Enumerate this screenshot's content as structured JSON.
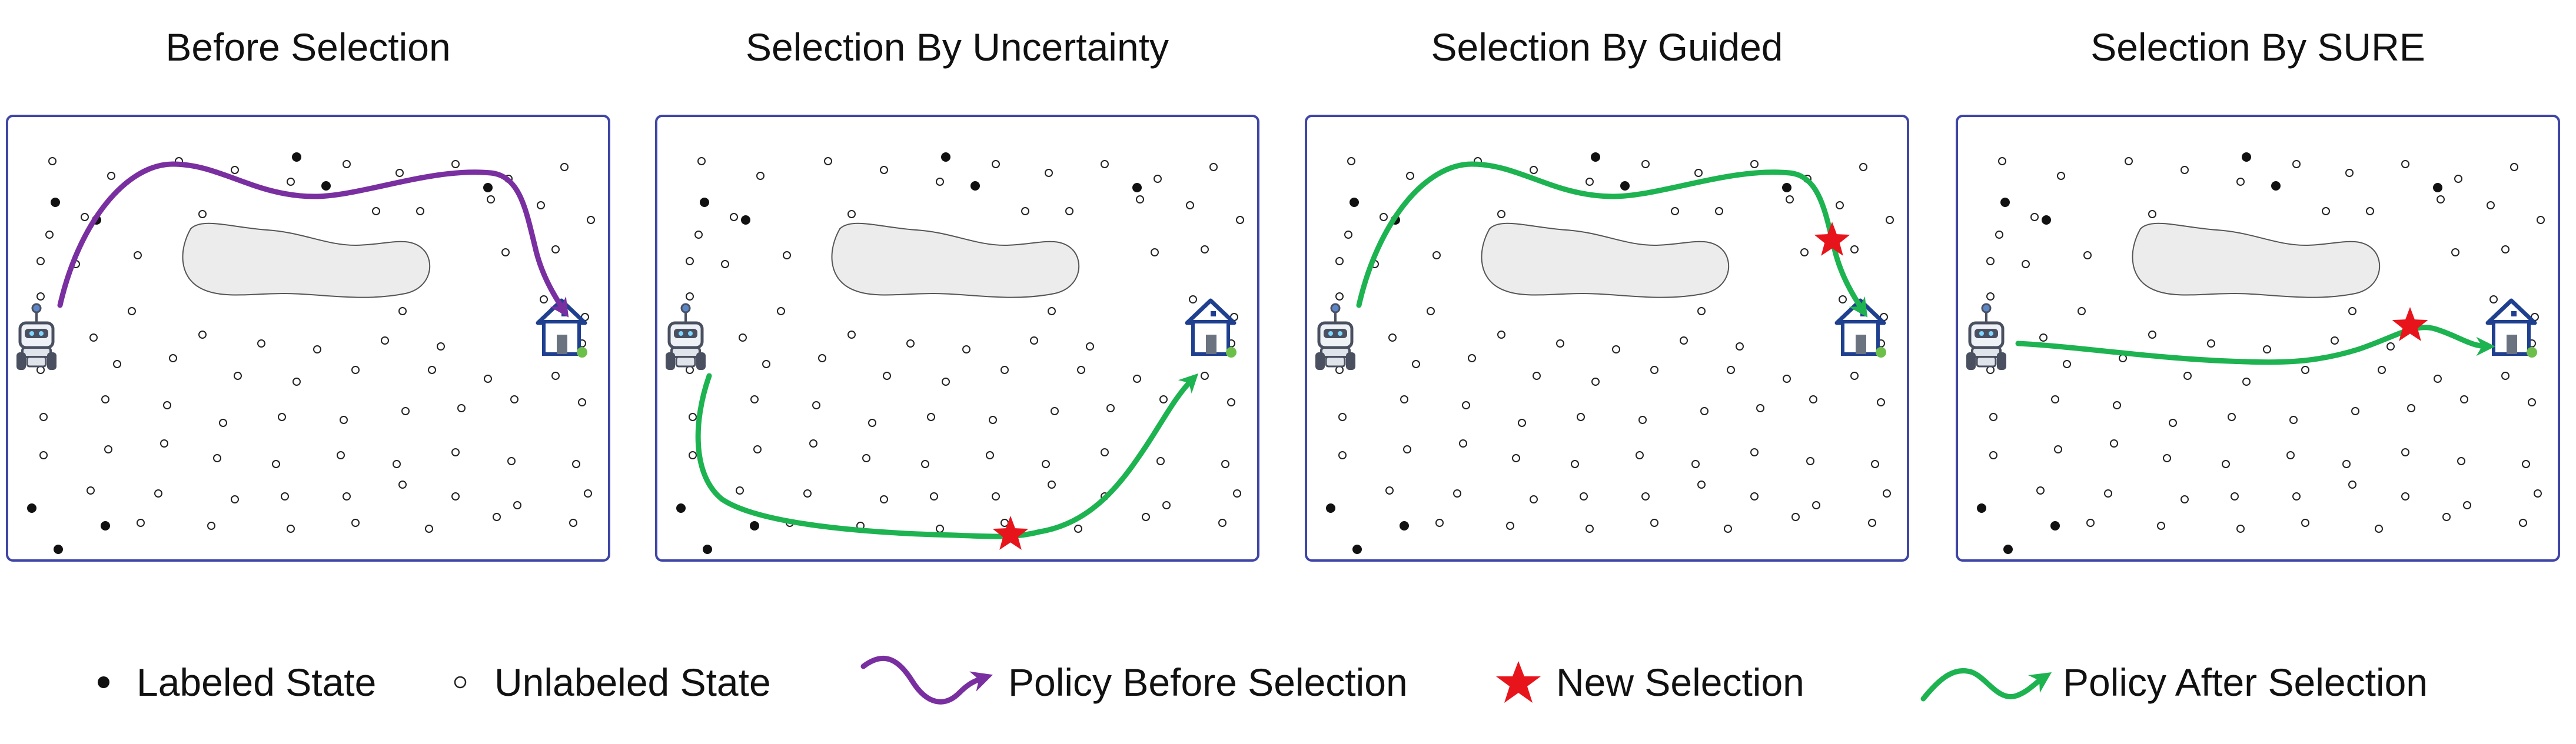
{
  "panels": [
    {
      "title": "Before Selection",
      "variant": "before"
    },
    {
      "title": "Selection By Uncertainty",
      "variant": "uncertainty"
    },
    {
      "title": "Selection By Guided",
      "variant": "guided"
    },
    {
      "title": "Selection By SURE",
      "variant": "sure"
    }
  ],
  "legend": {
    "labeled": "Labeled State",
    "unlabeled": "Unlabeled State",
    "policy_before": "Policy Before Selection",
    "new_selection": "New Selection",
    "policy_after": "Policy After Selection"
  },
  "colors": {
    "policy_before": "#7a2fa1",
    "policy_after": "#1db350",
    "new_selection": "#e8141c",
    "panel_border": "#3f46a6",
    "obstacle_fill": "#ececec",
    "house": "#1f3f8f",
    "robot": "#4a5060"
  },
  "icons": {
    "agent": "robot-icon",
    "goal": "house-icon",
    "selection": "star-icon"
  }
}
